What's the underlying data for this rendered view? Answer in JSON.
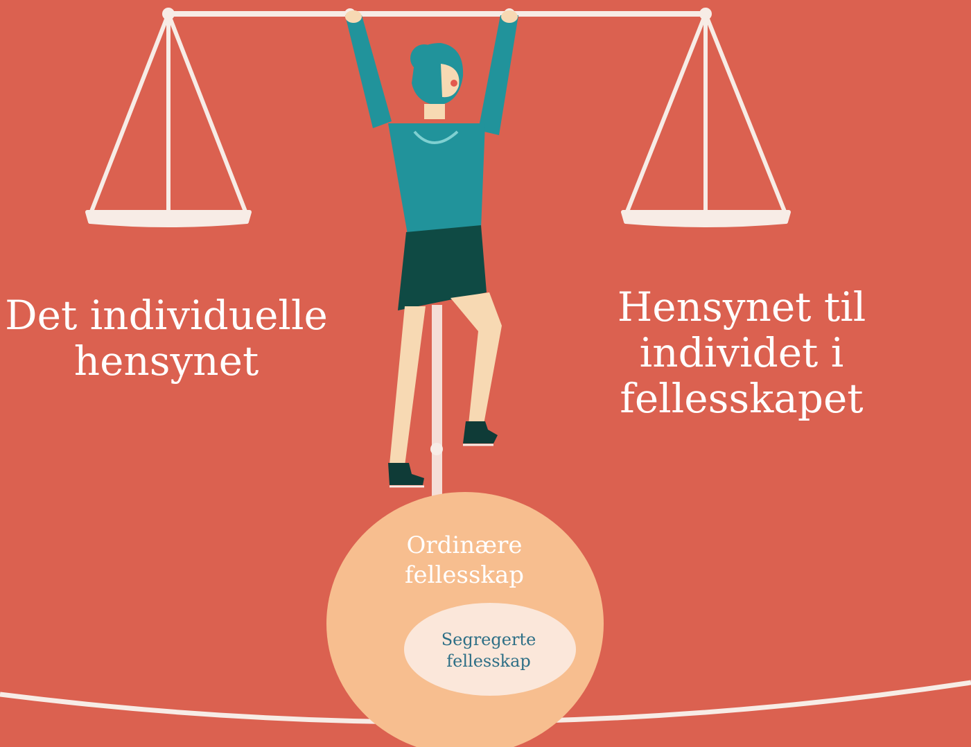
{
  "labels": {
    "left": [
      "Det individuelle",
      "hensynet"
    ],
    "right": [
      "Hensynet til",
      "individet i fellesskapet"
    ]
  },
  "circles": {
    "outer": [
      "Ordinære",
      "fellesskap"
    ],
    "inner": [
      "Segregerte",
      "fellesskap"
    ]
  },
  "colors": {
    "background": "#db6150",
    "scale_line": "#f7ece6",
    "outer_circle": "#f7be8f",
    "inner_circle": "#fbe7da",
    "inner_text": "#2e6f86",
    "shirt": "#21939b",
    "skirt": "#0f4a44",
    "skin": "#f7d9b3"
  },
  "icons": [
    "balance-scale-icon",
    "hanging-woman-icon",
    "tightrope-icon"
  ]
}
